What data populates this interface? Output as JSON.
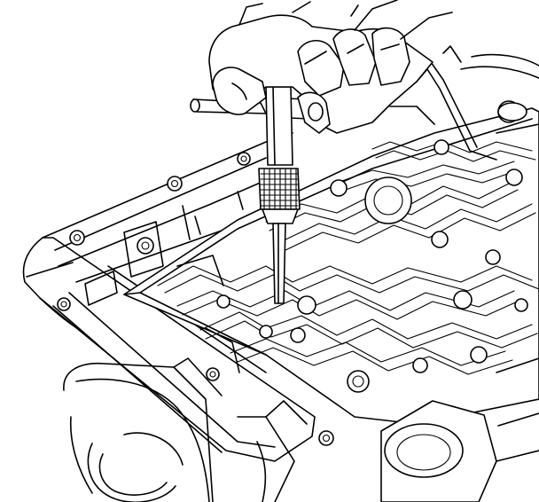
{
  "figure": {
    "labels": [],
    "caption": ""
  },
  "components": [
    {
      "name": "transmission-case",
      "icon": "case-outline-icon"
    },
    {
      "name": "oil-pan-flange",
      "icon": "flange-icon"
    },
    {
      "name": "valve-body",
      "icon": "valve-body-icon"
    },
    {
      "name": "t-handle-tool",
      "icon": "knurled-driver-icon"
    },
    {
      "name": "technician-hand",
      "icon": "hand-icon"
    },
    {
      "name": "wiring-harness",
      "icon": "harness-icon"
    },
    {
      "name": "bell-housing",
      "icon": "housing-icon"
    },
    {
      "name": "output-bore",
      "icon": "bore-icon"
    }
  ],
  "colors": {
    "stroke": "#000000",
    "background": "#ffffff"
  }
}
